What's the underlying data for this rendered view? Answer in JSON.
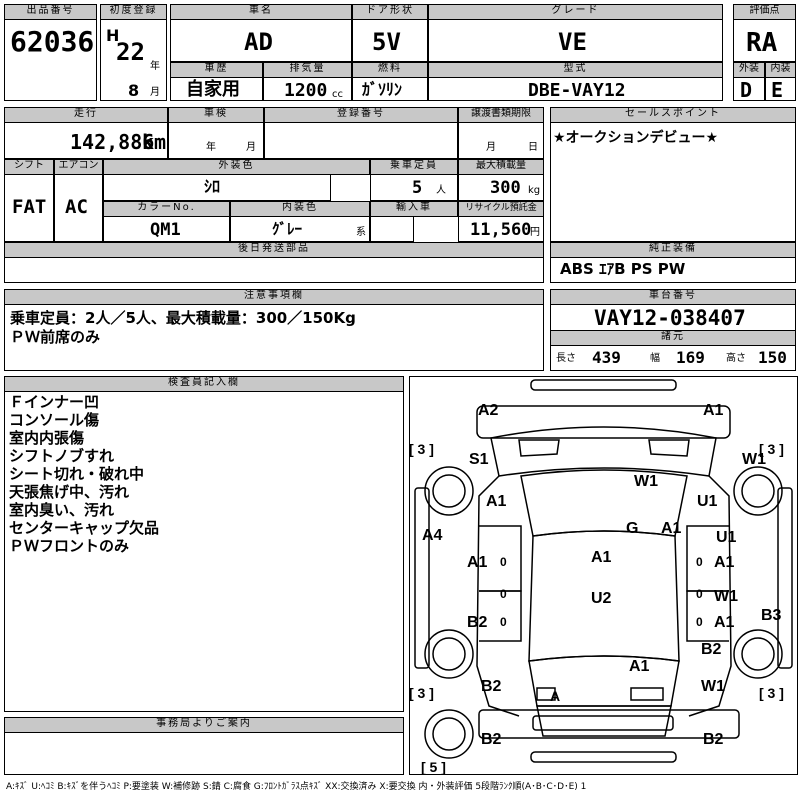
{
  "headers": {
    "lot_no": "出品番号",
    "first_reg": "初度登録",
    "car_name": "車名",
    "door": "ドア形状",
    "grade": "グレード",
    "score": "評価点",
    "history": "車歴",
    "displacement": "排気量",
    "fuel": "燃料",
    "model_code": "型式",
    "exterior": "外装",
    "interior": "内装",
    "mileage": "走行",
    "inspection": "車検",
    "reg_no": "登録番号",
    "transfer_docs": "譲渡書類期限",
    "sales_point": "セールスポイント",
    "shift": "シフト",
    "aircon": "エアコン",
    "ext_color": "外装色",
    "capacity": "乗車定員",
    "max_load": "最大積載量",
    "color_no": "カラーNo.",
    "int_color": "内装色",
    "import": "輸入車",
    "recycle": "リサイクル預託金",
    "later_parts": "後日発送部品",
    "equipment": "純正装備",
    "notes": "注意事項欄",
    "chassis_no": "車台番号",
    "specs": "諸元",
    "inspector": "検査員記入欄",
    "office": "事務局よりご案内"
  },
  "lot": {
    "number": "62036"
  },
  "registration": {
    "era": "H",
    "year": "22",
    "year_unit": "年",
    "month": "8",
    "month_unit": "月"
  },
  "vehicle": {
    "name": "AD",
    "doors": "5V",
    "grade": "VE",
    "history": "自家用",
    "displacement": "1200",
    "displacement_unit": "cc",
    "fuel": "ｶﾞｿﾘﾝ",
    "model_code": "DBE-VAY12"
  },
  "score": {
    "overall": "RA",
    "exterior": "D",
    "interior": "E"
  },
  "mileage": {
    "value": "142,886",
    "unit": "km"
  },
  "inspection": {
    "year_unit": "年",
    "month_unit": "月"
  },
  "transfer": {
    "month_unit": "月",
    "day_unit": "日"
  },
  "sales_point": "★オークションデビュー★",
  "shift": "FAT",
  "aircon": "AC",
  "ext_color": "ｼﾛ",
  "capacity": {
    "value": "5",
    "unit": "人"
  },
  "max_load": {
    "value": "300",
    "unit": "kg"
  },
  "color_no": "QM1",
  "int_color": {
    "value": "ｸﾞﾚｰ",
    "suffix": "系"
  },
  "recycle": {
    "value": "11,560",
    "unit": "円"
  },
  "equipment": "ABS ｴｱB PS PW",
  "notes": [
    "乗車定員：2人／5人、最大積載量：300／150Kg",
    "ＰＷ前席のみ"
  ],
  "chassis_no": "VAY12-038407",
  "specs": {
    "length_label": "長さ",
    "length": "439",
    "width_label": "幅",
    "width": "169",
    "height_label": "高さ",
    "height": "150"
  },
  "inspector_notes": [
    "Ｆインナー凹",
    "コンソール傷",
    "室内内張傷",
    "シフトノブすれ",
    "シート切れ・破れ中",
    "天張焦げ中、汚れ",
    "室内臭い、汚れ",
    "センターキャップ欠品",
    "ＰＷフロントのみ"
  ],
  "diagram_labels": {
    "a2": "A2",
    "a1_fr": "A1",
    "tire_fl": "[ 3 ]",
    "tire_fr": "[ 3 ]",
    "tire_rl": "[ 3 ]",
    "tire_rr": "[ 3 ]",
    "tire_spare": "[ 5 ]",
    "s1": "S1",
    "w1_rf": "W1",
    "w1_hood": "W1",
    "a1_lf": "A1",
    "u1_r": "U1",
    "a4": "A4",
    "g": "G",
    "a1_ws": "A1",
    "u1_r2": "U1",
    "a1_ld": "A1",
    "a1_roof": "A1",
    "a1_rd": "A1",
    "u2": "U2",
    "w1_rd": "W1",
    "b2_ld": "B2",
    "a1_rd2": "A1",
    "b3": "B3",
    "b2_rq": "B2",
    "a1_bd": "A1",
    "b2_lq": "B2",
    "w1_rq": "W1",
    "a_plate": "A",
    "b2_bl": "B2",
    "b2_br": "B2",
    "zero": "0"
  },
  "legend": "A:ｷｽﾞ U:ﾍｺﾐ B:ｷｽﾞを伴うﾍｺﾐ P:要塗装 W:補修跡 S:錆 C:腐食 G:ﾌﾛﾝﾄｶﾞﾗｽ点ｷｽﾞ XX:交換済み X:要交換 内・外装評価 5段階ﾗﾝｸ順(A･B･C･D･E) 1"
}
